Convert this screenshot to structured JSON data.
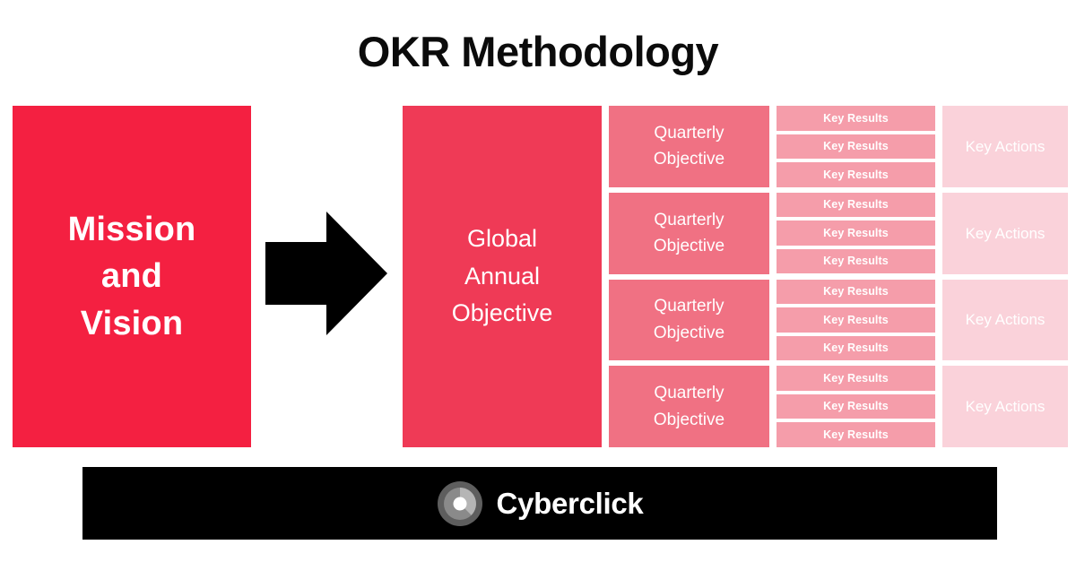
{
  "page": {
    "title": "OKR Methodology",
    "background_color": "#FFFFFF"
  },
  "colors": {
    "mission_red": "#F42041",
    "global_red": "#EF3A56",
    "quarterly_pink": "#F07183",
    "key_results_pink": "#F59DAA",
    "key_actions_pink": "#FAD2DA",
    "arrow_black": "#000000",
    "footer_black": "#000000",
    "text_white": "#FFFFFF",
    "title_black": "#0B0B0B"
  },
  "diagram": {
    "mission": {
      "label": "Mission\nand\nVision"
    },
    "arrow": {
      "icon": "arrow-right-icon",
      "direction": "right"
    },
    "global_objective": {
      "label": "Global\nAnnual\nObjective"
    },
    "rows": [
      {
        "quarterly_objective": "Quarterly\nObjective",
        "key_results": [
          "Key Results",
          "Key Results",
          "Key Results"
        ],
        "key_actions": "Key Actions"
      },
      {
        "quarterly_objective": "Quarterly\nObjective",
        "key_results": [
          "Key Results",
          "Key Results",
          "Key Results"
        ],
        "key_actions": "Key Actions"
      },
      {
        "quarterly_objective": "Quarterly\nObjective",
        "key_results": [
          "Key Results",
          "Key Results",
          "Key Results"
        ],
        "key_actions": "Key Actions"
      },
      {
        "quarterly_objective": "Quarterly\nObjective",
        "key_results": [
          "Key Results",
          "Key Results",
          "Key Results"
        ],
        "key_actions": "Key Actions"
      }
    ]
  },
  "footer": {
    "brand": "Cyberclick",
    "logo_icon": "cyberclick-circle-logo-icon"
  }
}
